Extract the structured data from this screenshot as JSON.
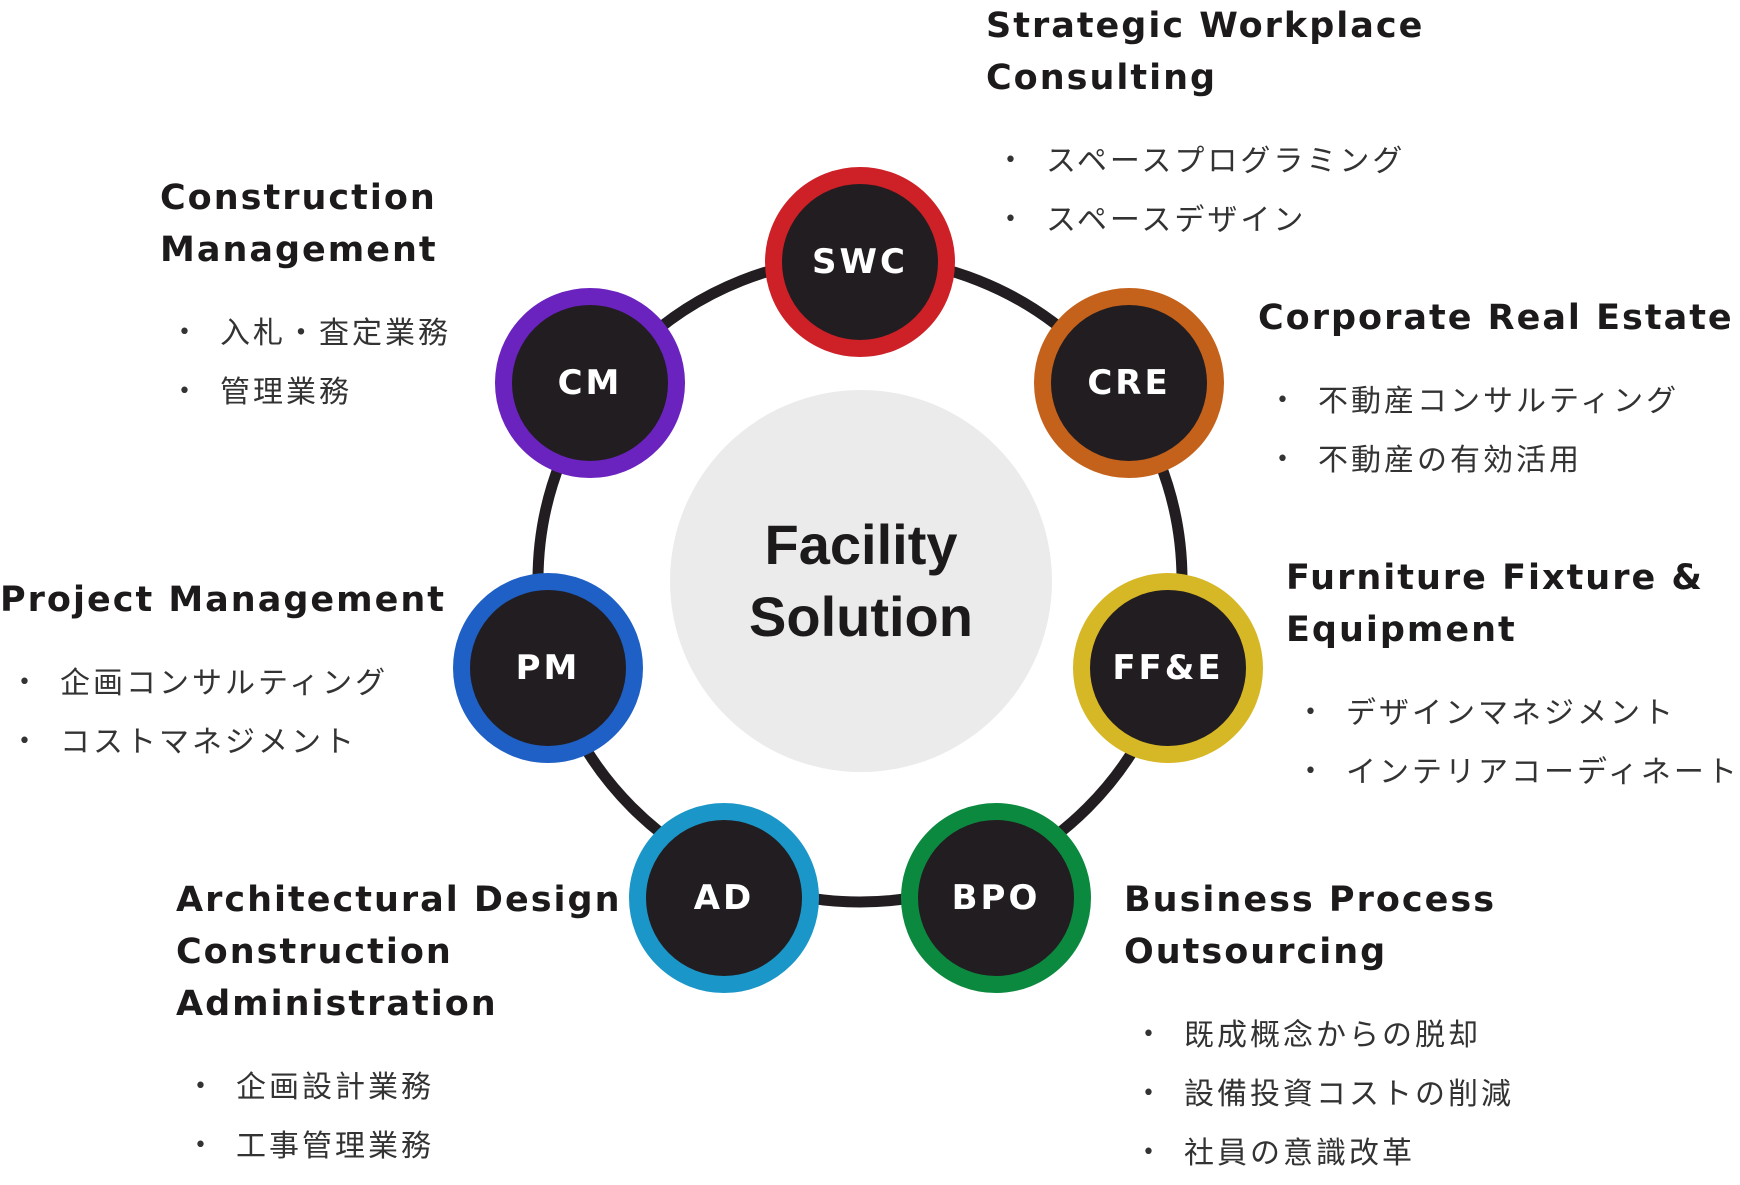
{
  "center": {
    "lines": [
      "Facility",
      "Solution"
    ]
  },
  "colors": {
    "ring": "#221d20",
    "swc": "#cd2027",
    "cre": "#c4621c",
    "ffe": "#d6b726",
    "bpo": "#0b8a3f",
    "ad": "#1b96c8",
    "pm": "#1f60c6",
    "cm": "#6a23bf"
  },
  "nodes": [
    {
      "key": "swc",
      "abbr": "SWC",
      "title": [
        "Strategic Workplace",
        "Consulting"
      ],
      "items": [
        "スペースプログラミング",
        "スペースデザイン"
      ]
    },
    {
      "key": "cre",
      "abbr": "CRE",
      "title": [
        "Corporate Real Estate"
      ],
      "items": [
        "不動産コンサルティング",
        "不動産の有効活用"
      ]
    },
    {
      "key": "ffe",
      "abbr": "FF&E",
      "title": [
        "Furniture Fixture &",
        "Equipment"
      ],
      "items": [
        "デザインマネジメント",
        "インテリアコーディネート"
      ]
    },
    {
      "key": "bpo",
      "abbr": "BPO",
      "title": [
        "Business Process",
        "Outsourcing"
      ],
      "items": [
        "既成概念からの脱却",
        "設備投資コストの削減",
        "社員の意識改革"
      ]
    },
    {
      "key": "ad",
      "abbr": "AD",
      "title": [
        "Architectural Design",
        "Construction",
        "Administration"
      ],
      "items": [
        "企画設計業務",
        "工事管理業務"
      ]
    },
    {
      "key": "pm",
      "abbr": "PM",
      "title": [
        "Project Management"
      ],
      "items": [
        "企画コンサルティング",
        "コストマネジメント"
      ]
    },
    {
      "key": "cm",
      "abbr": "CM",
      "title": [
        "Construction",
        "Management"
      ],
      "items": [
        "入札・査定業務",
        "管理業務"
      ]
    }
  ]
}
